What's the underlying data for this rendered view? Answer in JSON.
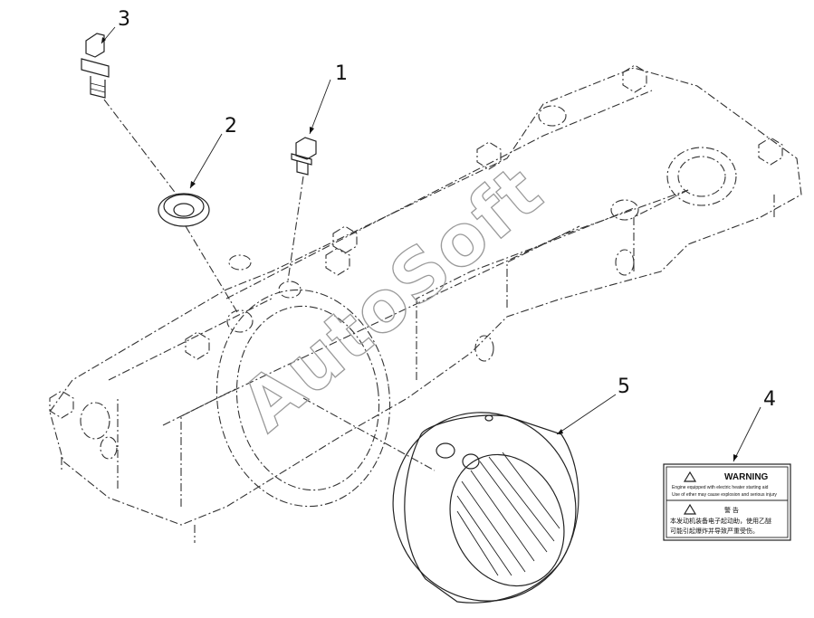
{
  "callouts": [
    {
      "id": "1",
      "label": "1"
    },
    {
      "id": "2",
      "label": "2"
    },
    {
      "id": "3",
      "label": "3"
    },
    {
      "id": "4",
      "label": "4"
    },
    {
      "id": "5",
      "label": "5"
    }
  ],
  "watermark": "AutoSoft",
  "warning_label": {
    "title": "WARNING",
    "line1": "Engine equipped with electric heater starting aid",
    "line2": "Use of ether may cause explosion and serious injury",
    "cn_title": "警 告",
    "cn_line1": "本发动机装备电子起动助，使用乙醚",
    "cn_line2": "可能引起爆炸并导致严重受伤。"
  }
}
